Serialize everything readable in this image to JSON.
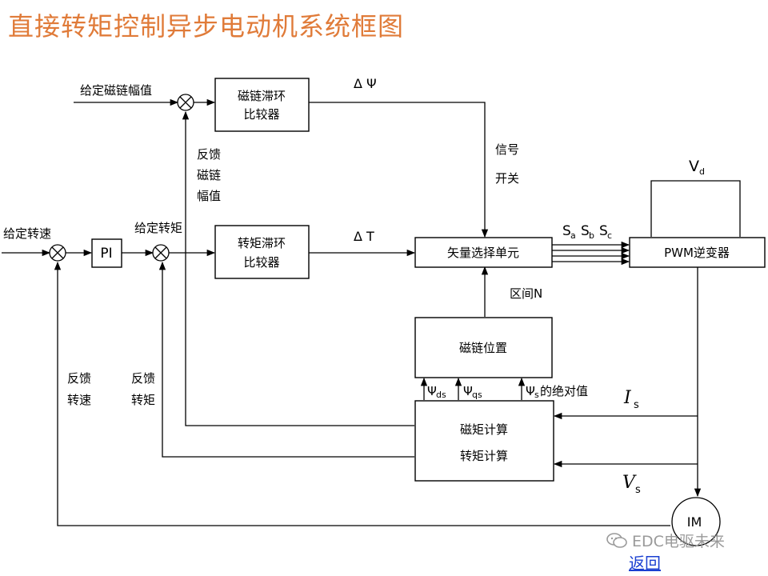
{
  "title": "直接转矩控制异步电动机系统框图",
  "labels": {
    "flux_ref": "给定磁链幅值",
    "speed_ref": "给定转速",
    "torque_ref": "给定转矩",
    "delta_psi": "Δ Ψ",
    "delta_t": "Δ T",
    "switch_signal_1": "信号",
    "switch_signal_2": "开关",
    "flux_fb_1": "反馈",
    "flux_fb_2": "磁链",
    "flux_fb_3": "幅值",
    "speed_fb_1": "反馈",
    "speed_fb_2": "转速",
    "torque_fb_1": "反馈",
    "torque_fb_2": "转矩",
    "region_n": "区间N",
    "sa": "S",
    "sa_sub": "a",
    "sb": "S",
    "sb_sub": "b",
    "sc": "S",
    "sc_sub": "c",
    "vd": "V",
    "vd_sub": "d",
    "is": "I",
    "is_sub": "s",
    "vs": "V",
    "vs_sub": "s",
    "psi_ds": "Ψ",
    "psi_ds_sub": "ds",
    "psi_qs": "Ψ",
    "psi_qs_sub": "qs",
    "psi_s": "Ψ",
    "psi_s_sub": "s",
    "psi_s_suffix": "的绝对值"
  },
  "blocks": {
    "flux_hyst_1": "磁链滞环",
    "flux_hyst_2": "比较器",
    "torque_hyst_1": "转矩滞环",
    "torque_hyst_2": "比较器",
    "pi": "PI",
    "vector_select": "矢量选择单元",
    "pwm_inverter": "PWM逆变器",
    "flux_position": "磁链位置",
    "calc_1": "磁矩计算",
    "calc_2": "转矩计算",
    "motor": "IM"
  },
  "footer": {
    "watermark": "EDC电驱未来",
    "back_link": "返回"
  }
}
